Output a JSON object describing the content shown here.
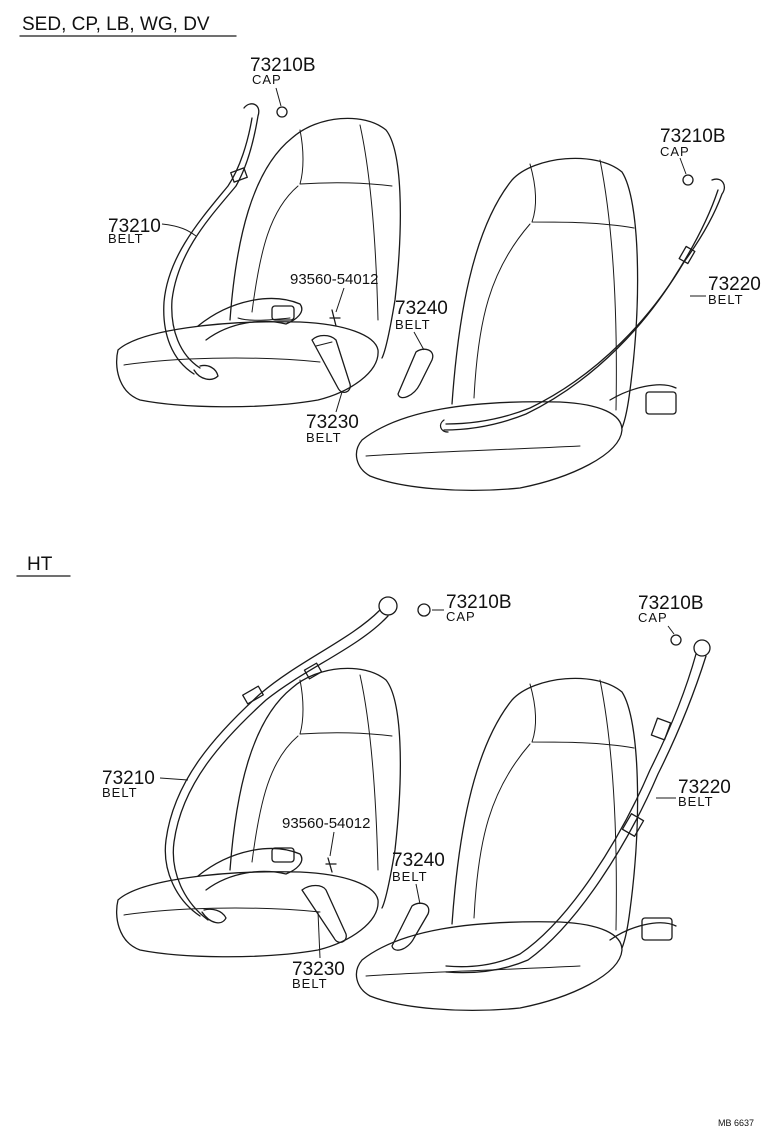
{
  "sections": [
    {
      "header": "SED, CP, LB, WG, DV",
      "labels": [
        {
          "num": "73210B",
          "name": "CAP"
        },
        {
          "num": "73210B",
          "name": "CAP"
        },
        {
          "num": "73210",
          "name": "BELT"
        },
        {
          "part": "93560-54012"
        },
        {
          "num": "73240",
          "name": "BELT"
        },
        {
          "num": "73220",
          "name": "BELT"
        },
        {
          "num": "73230",
          "name": "BELT"
        }
      ]
    },
    {
      "header": "HT",
      "labels": [
        {
          "num": "73210B",
          "name": "CAP"
        },
        {
          "num": "73210B",
          "name": "CAP"
        },
        {
          "num": "73210",
          "name": "BELT"
        },
        {
          "part": "93560-54012"
        },
        {
          "num": "73240",
          "name": "BELT"
        },
        {
          "num": "73220",
          "name": "BELT"
        },
        {
          "num": "73230",
          "name": "BELT"
        }
      ]
    }
  ],
  "footer_code": "MB 6637"
}
